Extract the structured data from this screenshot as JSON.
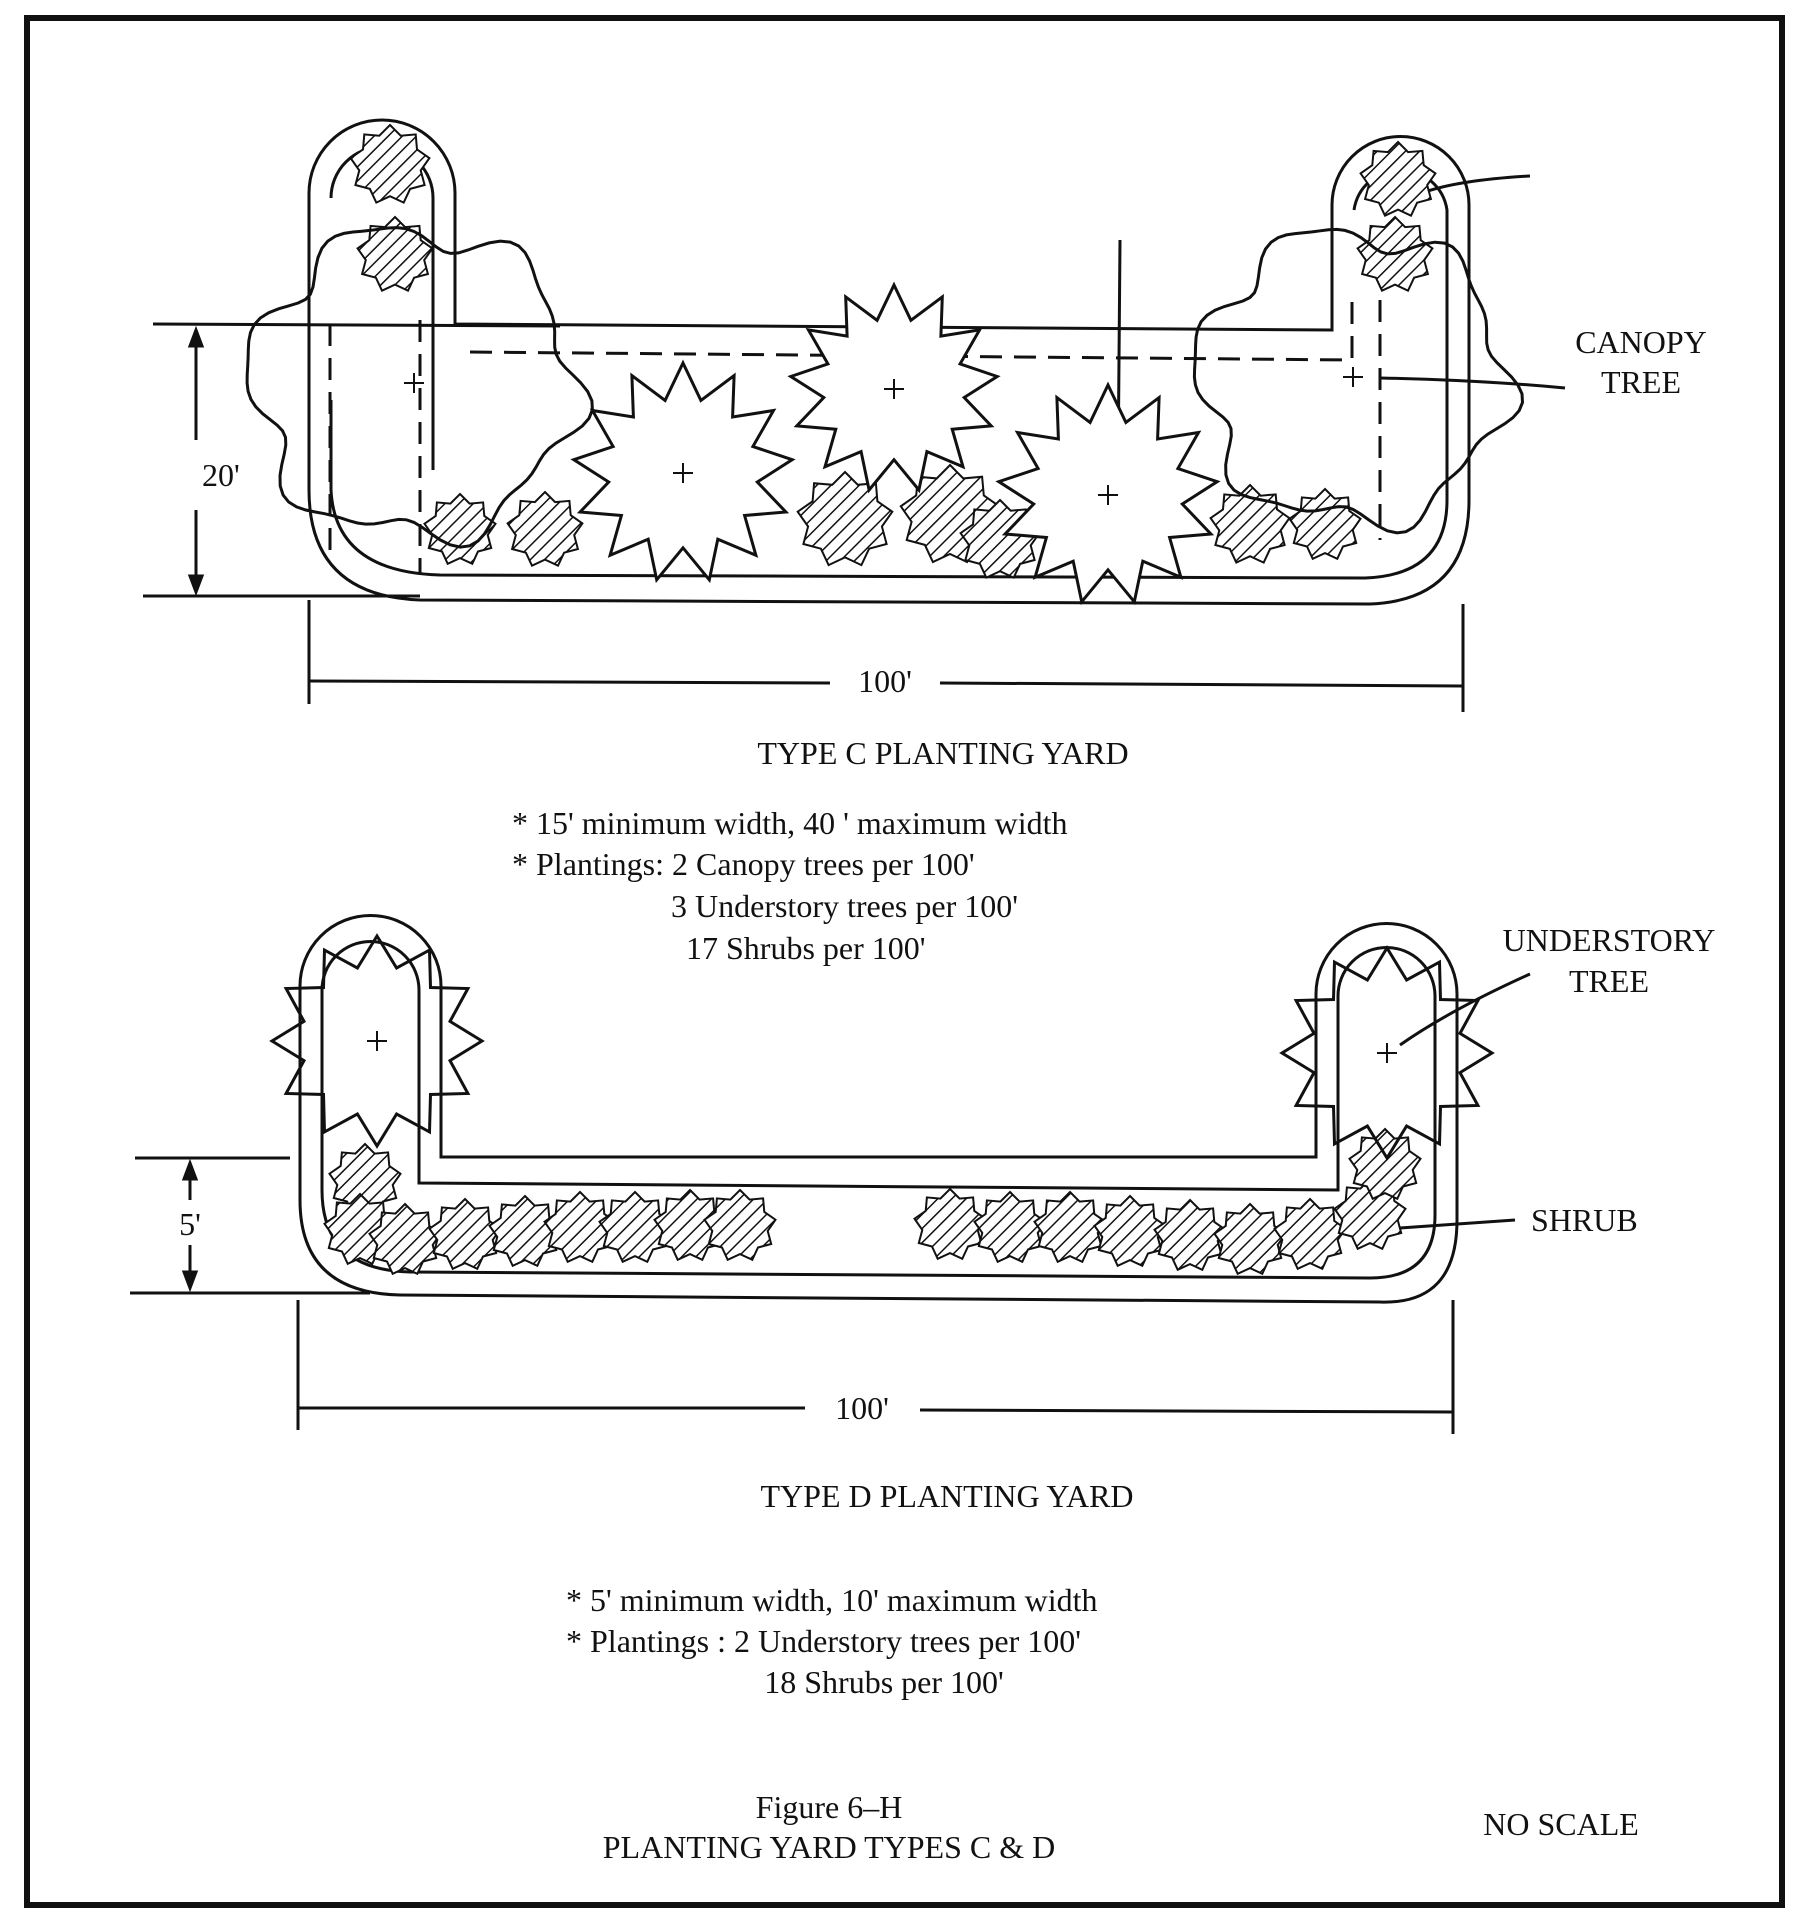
{
  "type_c": {
    "title": "TYPE C PLANTING YARD",
    "depth_label": "20'",
    "length_label": "100'",
    "notes": [
      "* 15' minimum width, 40 ' maximum width",
      "* Plantings:  2 Canopy trees per 100'",
      "3 Understory trees per 100'",
      "17 Shrubs per 100'"
    ],
    "callout_canopy": [
      "CANOPY",
      "TREE"
    ]
  },
  "type_d": {
    "title": "TYPE D PLANTING YARD",
    "depth_label": "5'",
    "length_label": "100'",
    "notes": [
      "* 5' minimum width, 10' maximum width",
      "* Plantings :  2 Understory trees per 100'",
      "18 Shrubs per 100'"
    ],
    "callout_understory": [
      "UNDERSTORY",
      "TREE"
    ],
    "callout_shrub": "SHRUB"
  },
  "figure": {
    "number": "Figure 6–H",
    "caption": "PLANTING YARD TYPES C & D",
    "scale_note": "NO SCALE"
  },
  "colors": {
    "ink": "#111111",
    "paper": "#ffffff"
  }
}
